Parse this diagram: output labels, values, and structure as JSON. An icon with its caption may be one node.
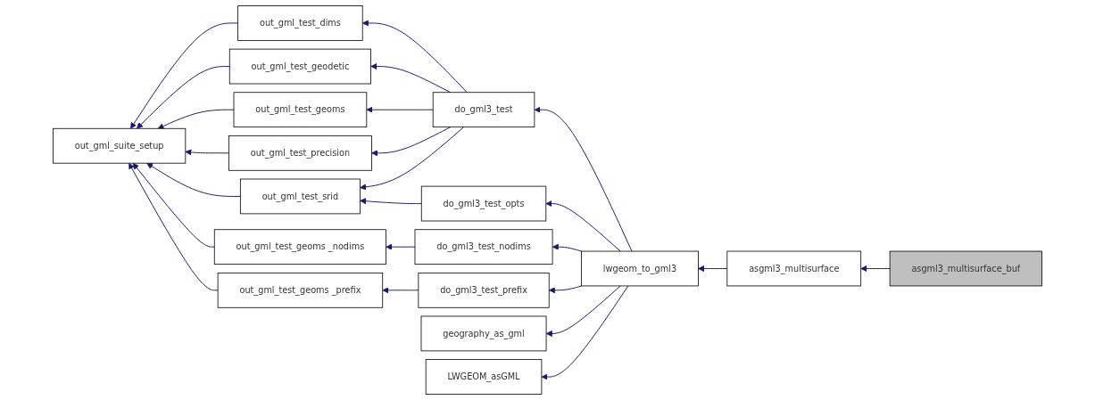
{
  "diagram": {
    "nodes": [
      {
        "text": [
          "asgml3_multisurface_buf"
        ]
      },
      {
        "text": [
          "asgml3_multisurface"
        ]
      },
      {
        "text": [
          "lwgeom_to_gml3"
        ]
      },
      {
        "text": [
          "do_gml3_test"
        ]
      },
      {
        "text": [
          "do_gml3_test_opts"
        ]
      },
      {
        "text": [
          "do_gml3_test_nodims"
        ]
      },
      {
        "text": [
          "do_gml3_test_prefix"
        ]
      },
      {
        "text": [
          "geography_as_gml"
        ]
      },
      {
        "text": [
          "LWGEOM_asGML"
        ]
      },
      {
        "text": [
          "out_gml_test_dims"
        ]
      },
      {
        "text": [
          "out_gml_test_geodetic"
        ]
      },
      {
        "text": [
          "out_gml_test_geoms"
        ]
      },
      {
        "text": [
          "out_gml_test_precision"
        ]
      },
      {
        "text": [
          "out_gml_test_srid"
        ]
      },
      {
        "text": [
          "out_gml_test_geoms _nodims"
        ]
      },
      {
        "text": [
          "out_gml_test_geoms _prefix"
        ]
      },
      {
        "text": [
          "out_gml_suite_setup"
        ]
      }
    ],
    "edges": [
      {
        "from": 0,
        "to": 1,
        "arrow": "to"
      },
      {
        "from": 1,
        "to": 2,
        "arrow": "to"
      },
      {
        "from": 2,
        "to": 3,
        "arrow": "to"
      },
      {
        "from": 2,
        "to": 4,
        "arrow": "to"
      },
      {
        "from": 2,
        "to": 5,
        "arrow": "to"
      },
      {
        "from": 2,
        "to": 6,
        "arrow": "to"
      },
      {
        "from": 2,
        "to": 7,
        "arrow": "to"
      },
      {
        "from": 2,
        "to": 8,
        "arrow": "to"
      },
      {
        "from": 3,
        "to": 9,
        "arrow": "to"
      },
      {
        "from": 3,
        "to": 10,
        "arrow": "to"
      },
      {
        "from": 3,
        "to": 11,
        "arrow": "to"
      },
      {
        "from": 3,
        "to": 12,
        "arrow": "to"
      },
      {
        "from": 3,
        "to": 13,
        "arrow": "to"
      },
      {
        "from": 4,
        "to": 13,
        "arrow": "to"
      },
      {
        "from": 5,
        "to": 14,
        "arrow": "to"
      },
      {
        "from": 6,
        "to": 15,
        "arrow": "to"
      },
      {
        "from": 9,
        "to": 16,
        "arrow": "to"
      },
      {
        "from": 10,
        "to": 16,
        "arrow": "to"
      },
      {
        "from": 11,
        "to": 16,
        "arrow": "to"
      },
      {
        "from": 12,
        "to": 16,
        "arrow": "to"
      },
      {
        "from": 13,
        "to": 16,
        "arrow": "to"
      },
      {
        "from": 14,
        "to": 16,
        "arrow": "to"
      },
      {
        "from": 15,
        "to": 16,
        "arrow": "to"
      }
    ]
  }
}
